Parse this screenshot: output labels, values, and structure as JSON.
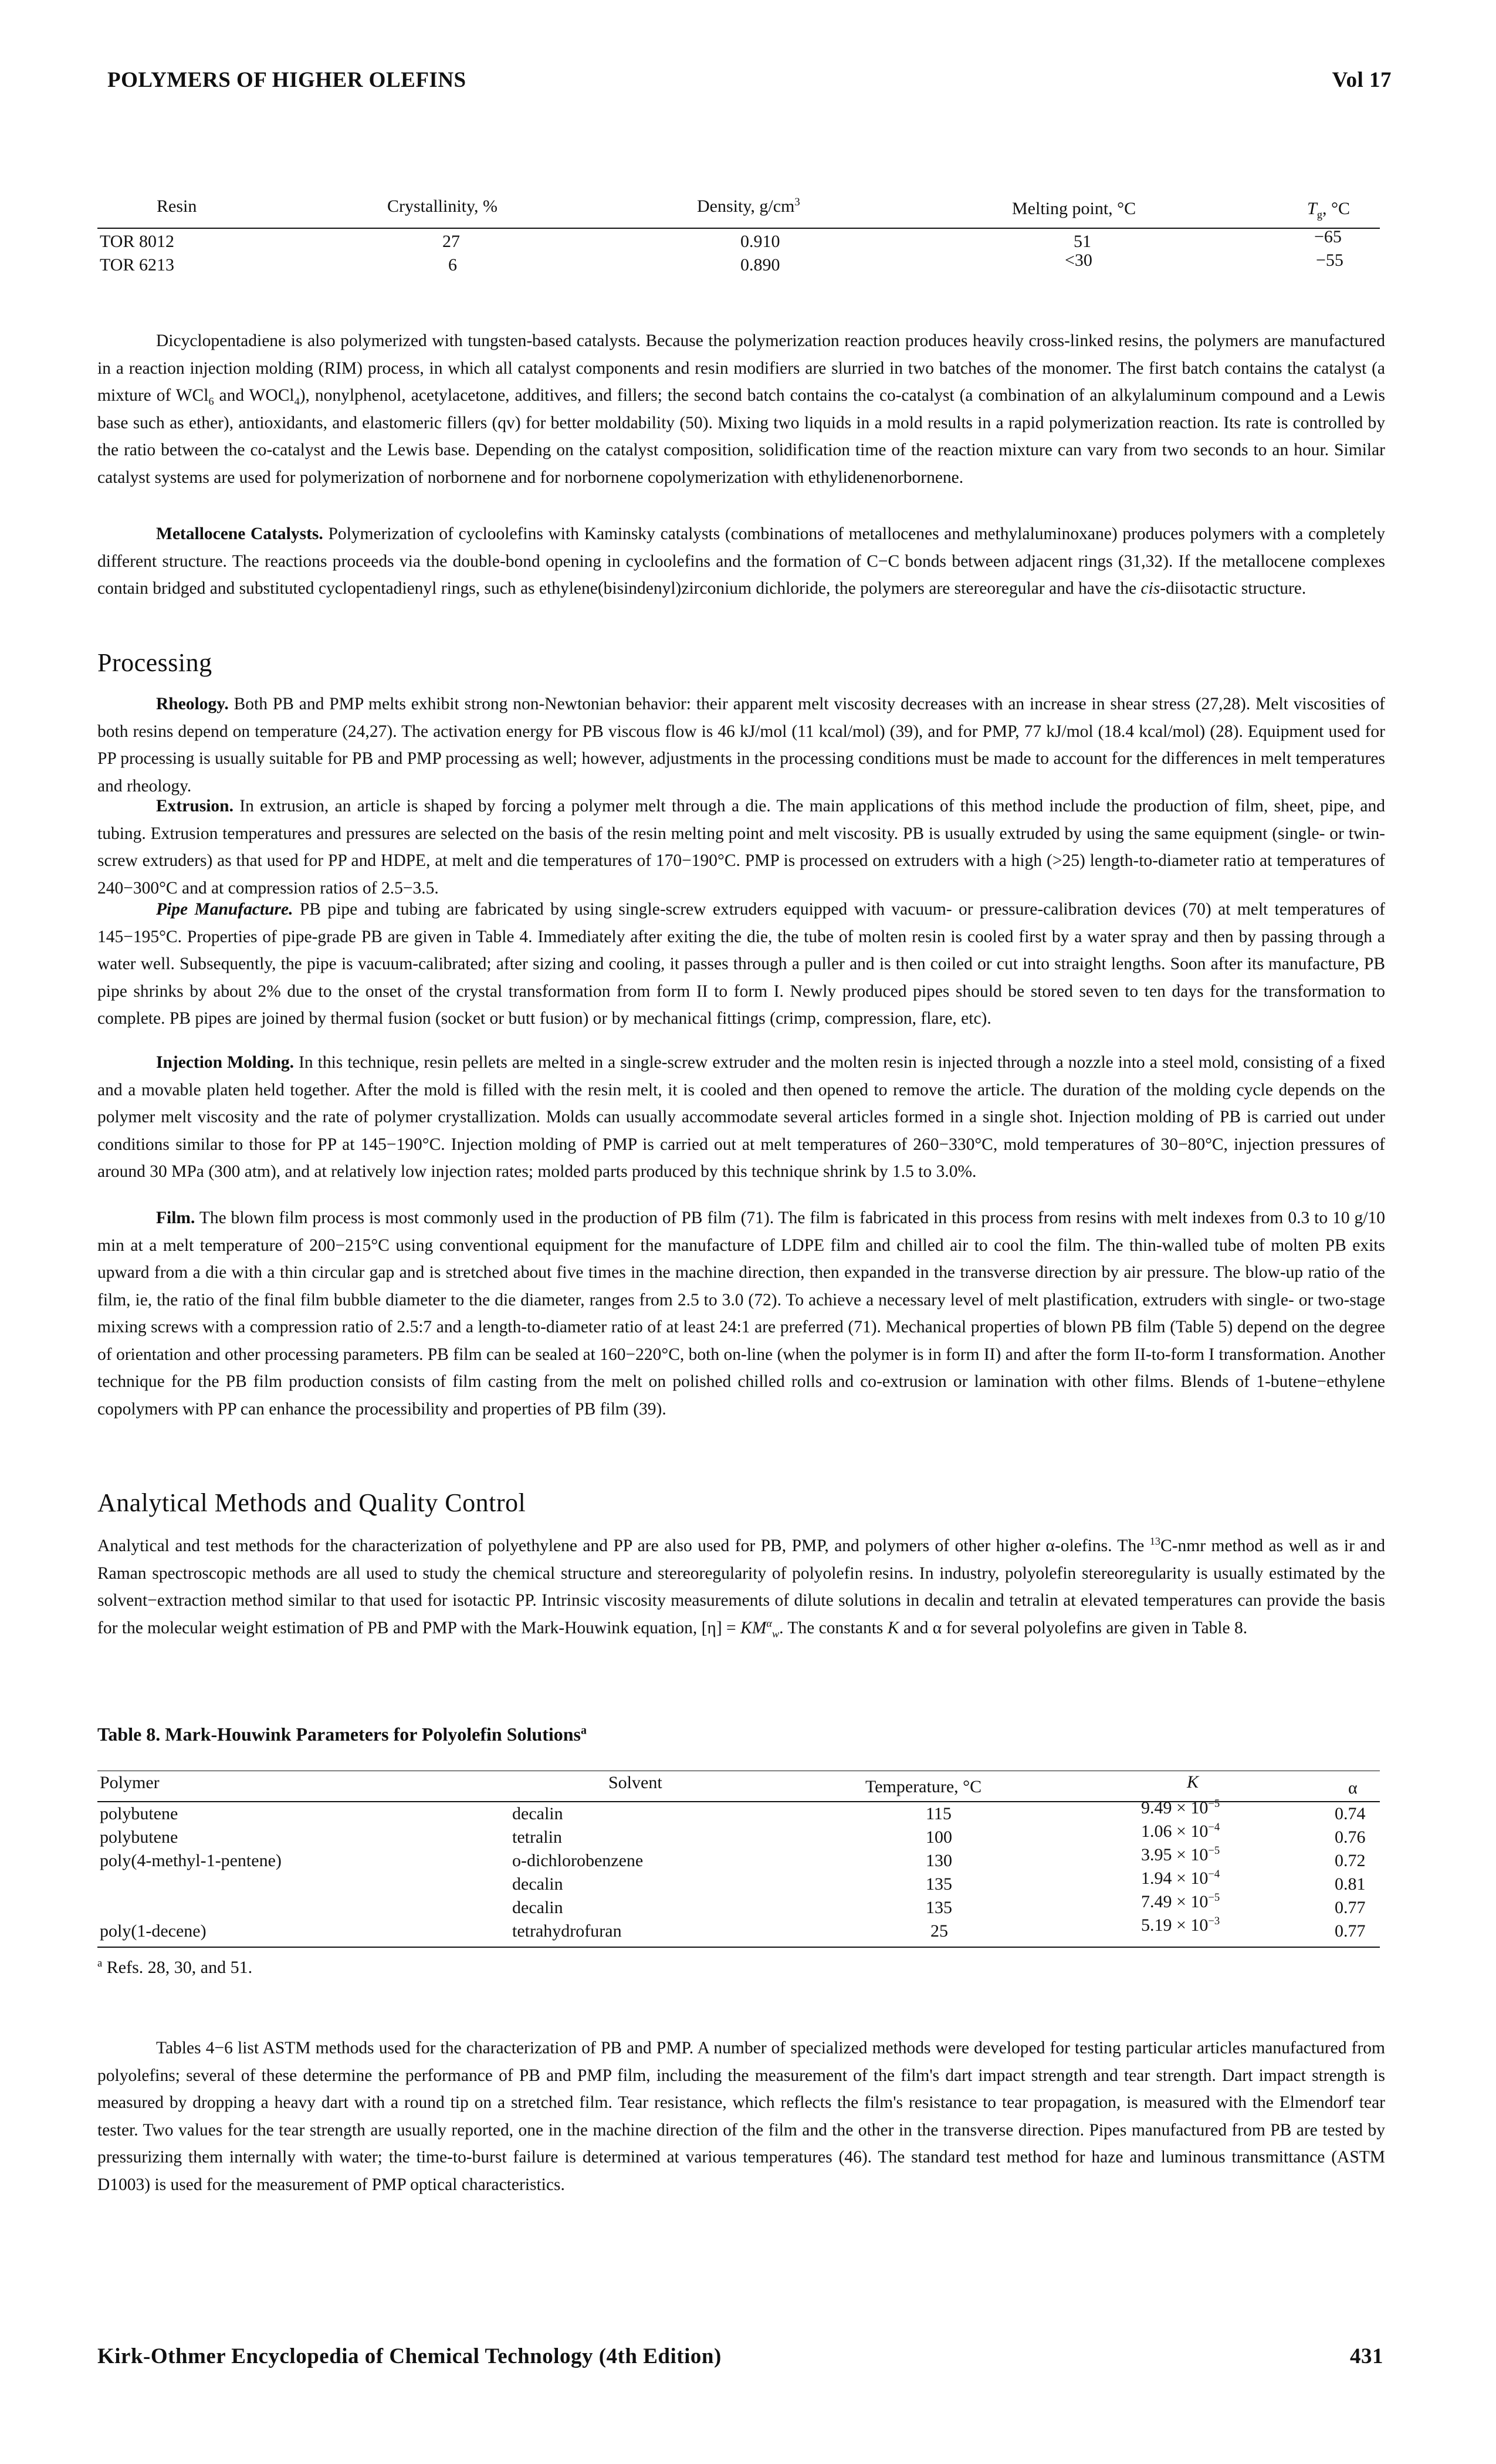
{
  "header": {
    "left": "POLYMERS OF HIGHER OLEFINS",
    "right": "Vol 17"
  },
  "top_table": {
    "columns": [
      "Resin",
      "Crystallinity, %",
      "Density, g/cm",
      "Melting point, °C",
      "T",
      "°C"
    ],
    "density_unit_sup": "3",
    "tg_sub": "g",
    "rows": [
      [
        "TOR 8012",
        "27",
        "0.910",
        "51",
        "−65"
      ],
      [
        "TOR 6213",
        "6",
        "0.890",
        "<30",
        "−55"
      ]
    ]
  },
  "para1": {
    "a": "Dicyclopentadiene is also polymerized with tungsten-based catalysts. Because the polymerization reaction produces heavily cross-linked resins, the polymers are manufactured in a reaction injection molding (RIM) process, in which all catalyst components and resin modifiers are slurried in two batches of the monomer. The first batch contains the catalyst (a mixture of WCl",
    "sub1": "6",
    "b": " and WOCl",
    "sub2": "4",
    "c": "), nonylphenol, acetylacetone, additives, and fillers; the second batch contains the co-catalyst (a combination of an alkylaluminum compound and a Lewis base such as ether), antioxidants, and elastomeric fillers (qv) for better moldability (50). Mixing two liquids in a mold results in a rapid polymerization reaction. Its rate is controlled by the ratio between the co-catalyst and the Lewis base. Depending on the catalyst composition, solidification time of the reaction mixture can vary from two seconds to an hour. Similar catalyst systems are used for polymerization of norbornene and for norbornene copolymerization with ethylidenenorbornene."
  },
  "metallocene": {
    "heading": "Metallocene Catalysts.",
    "a": " Polymerization of cycloolefins with Kaminsky catalysts (combinations of metallocenes and methylaluminoxane) produces polymers with a completely different structure. The reactions proceeds via the double-bond opening in cycloolefins and the formation of C−C bonds between adjacent rings (31,32). If the metallocene complexes contain bridged and substituted cyclopentadienyl rings, such as ethylene(bisindenyl)zirconium dichloride, the polymers are stereoregular and have the ",
    "italic": "cis",
    "b": "-diisotactic structure."
  },
  "processing": {
    "title": "Processing",
    "rheology_head": "Rheology.",
    "rheology": " Both PB and PMP melts exhibit strong non-Newtonian behavior: their apparent melt viscosity decreases with an increase in shear stress (27,28). Melt viscosities of both resins depend on temperature (24,27). The activation energy for PB viscous flow is 46 kJ/mol (11 kcal/mol) (39), and for PMP, 77 kJ/mol (18.4 kcal/mol) (28). Equipment used for PP processing is usually suitable for PB and PMP processing as well; however, adjustments in the processing conditions must be made to account for the differences in melt temperatures and rheology.",
    "extrusion_head": "Extrusion.",
    "extrusion": " In extrusion, an article is shaped by forcing a polymer melt through a die. The main applications of this method include the production of film, sheet, pipe, and tubing. Extrusion temperatures and pressures are selected on the basis of the resin melting point and melt viscosity. PB is usually extruded by using the same equipment (single- or twin-screw extruders) as that used for PP and HDPE, at melt and die temperatures of 170−190°C. PMP is processed on extruders with a high (>25) length-to-diameter ratio at temperatures of 240−300°C and at compression ratios of 2.5−3.5.",
    "pipe_head": "Pipe Manufacture.",
    "pipe": " PB pipe and tubing are fabricated by using single-screw extruders equipped with vacuum- or pressure-calibration devices (70) at melt temperatures of 145−195°C. Properties of pipe-grade PB are given in Table 4. Immediately after exiting the die, the tube of molten resin is cooled first by a water spray and then by passing through a water well. Subsequently, the pipe is vacuum-calibrated; after sizing and cooling, it passes through a puller and is then coiled or cut into straight lengths. Soon after its manufacture, PB pipe shrinks by about 2% due to the onset of the crystal transformation from form II to form I. Newly produced pipes should be stored seven to ten days for the transformation to complete. PB pipes are joined by thermal fusion (socket or butt fusion) or by mechanical fittings (crimp, compression, flare, etc).",
    "injection_head": "Injection Molding.",
    "injection": " In this technique, resin pellets are melted in a single-screw extruder and the molten resin is injected through a nozzle into a steel mold, consisting of a fixed and a movable platen held together. After the mold is filled with the resin melt, it is cooled and then opened to remove the article. The duration of the molding cycle depends on the polymer melt viscosity and the rate of polymer crystallization. Molds can usually accommodate several articles formed in a single shot. Injection molding of PB is carried out under conditions similar to those for PP at 145−190°C. Injection molding of PMP is carried out at melt temperatures of 260−330°C, mold temperatures of 30−80°C, injection pressures of around 30 MPa (300 atm), and at relatively low injection rates; molded parts produced by this technique shrink by 1.5 to 3.0%.",
    "film_head": "Film.",
    "film": " The blown film process is most commonly used in the production of PB film (71). The film is fabricated in this process from resins with melt indexes from 0.3 to 10 g/10 min at a melt temperature of 200−215°C using conventional equipment for the manufacture of LDPE film and chilled air to cool the film. The thin-walled tube of molten PB exits upward from a die with a thin circular gap and is stretched about five times in the machine direction, then expanded in the transverse direction by air pressure. The blow-up ratio of the film, ie, the ratio of the final film bubble diameter to the die diameter, ranges from 2.5 to 3.0 (72). To achieve a necessary level of melt plastification, extruders with single- or two-stage mixing screws with a compression ratio of 2.5:7 and a length-to-diameter ratio of at least 24:1 are preferred (71). Mechanical properties of blown PB film (Table 5) depend on the degree of orientation and other processing parameters. PB film can be sealed at 160−220°C, both on-line (when the polymer is in form II) and after the form II-to-form I transformation. Another technique for the PB film production consists of film casting from the melt on polished chilled rolls and co-extrusion or lamination with other films. Blends of 1-butene−ethylene copolymers with PP can enhance the processibility and properties of PB film (39)."
  },
  "analytical": {
    "title": "Analytical Methods and Quality Control",
    "a": "Analytical and test methods for the characterization of polyethylene and PP are also used for PB, PMP, and polymers of other higher α-olefins. The ",
    "sup13": "13",
    "b": "C-nmr method as well as ir and Raman spectroscopic methods are all used to study the chemical structure and stereoregularity of polyolefin resins. In industry, polyolefin stereoregularity is usually estimated by the solvent−extraction method similar to that used for isotactic PP. Intrinsic viscosity measurements of dilute solutions in decalin and tetralin at elevated temperatures can provide the basis for the molecular weight estimation of PB and PMP with the Mark-Houwink equation, [η] = ",
    "eq_K": "KM",
    "eq_sub": "w",
    "eq_sup": "α",
    "c": ". The constants ",
    "K": "K",
    "d": " and α for several polyolefins are given in Table 8."
  },
  "table8": {
    "caption": "Table 8. Mark-Houwink Parameters for Polyolefin Solutions",
    "caption_sup": "a",
    "columns": [
      "Polymer",
      "Solvent",
      "Temperature, °C",
      "K",
      "α"
    ],
    "rows": [
      {
        "polymer": "polybutene",
        "solvent": "decalin",
        "temp": "115",
        "k_mant": "9.49 × 10",
        "k_exp": "−5",
        "alpha": "0.74"
      },
      {
        "polymer": "polybutene",
        "solvent": "tetralin",
        "temp": "100",
        "k_mant": "1.06 × 10",
        "k_exp": "−4",
        "alpha": "0.76"
      },
      {
        "polymer": "poly(4-methyl-1-pentene)",
        "solvent": "o-dichlorobenzene",
        "temp": "130",
        "k_mant": "3.95 × 10",
        "k_exp": "−5",
        "alpha": "0.72"
      },
      {
        "polymer": "",
        "solvent": "decalin",
        "temp": "135",
        "k_mant": "1.94 × 10",
        "k_exp": "−4",
        "alpha": "0.81"
      },
      {
        "polymer": "",
        "solvent": "decalin",
        "temp": "135",
        "k_mant": "7.49 × 10",
        "k_exp": "−5",
        "alpha": "0.77"
      },
      {
        "polymer": "poly(1-decene)",
        "solvent": "tetrahydrofuran",
        "temp": "25",
        "k_mant": "5.19 × 10",
        "k_exp": "−3",
        "alpha": "0.77"
      }
    ],
    "footnote_sup": "a",
    "footnote": "Refs. 28, 30, and 51."
  },
  "final_para": "Tables 4−6 list ASTM methods used for the characterization of PB and PMP. A number of specialized methods were developed for testing particular articles manufactured from polyolefins; several of these determine the performance of PB and PMP film, including the measurement of the film's dart impact strength and tear strength. Dart impact strength is measured by dropping a heavy dart with a round tip on a stretched film. Tear resistance, which reflects the film's resistance to tear propagation, is measured with the Elmendorf tear tester. Two values for the tear strength are usually reported, one in the machine direction of the film and the other in the transverse direction. Pipes manufactured from PB are tested by pressurizing them internally with water; the time-to-burst failure is determined at various temperatures (46). The standard test method for haze and luminous transmittance (ASTM D1003) is used for the measurement of PMP optical characteristics.",
  "footer": {
    "left": "Kirk-Othmer Encyclopedia of Chemical Technology (4th Edition)",
    "right": "431"
  }
}
